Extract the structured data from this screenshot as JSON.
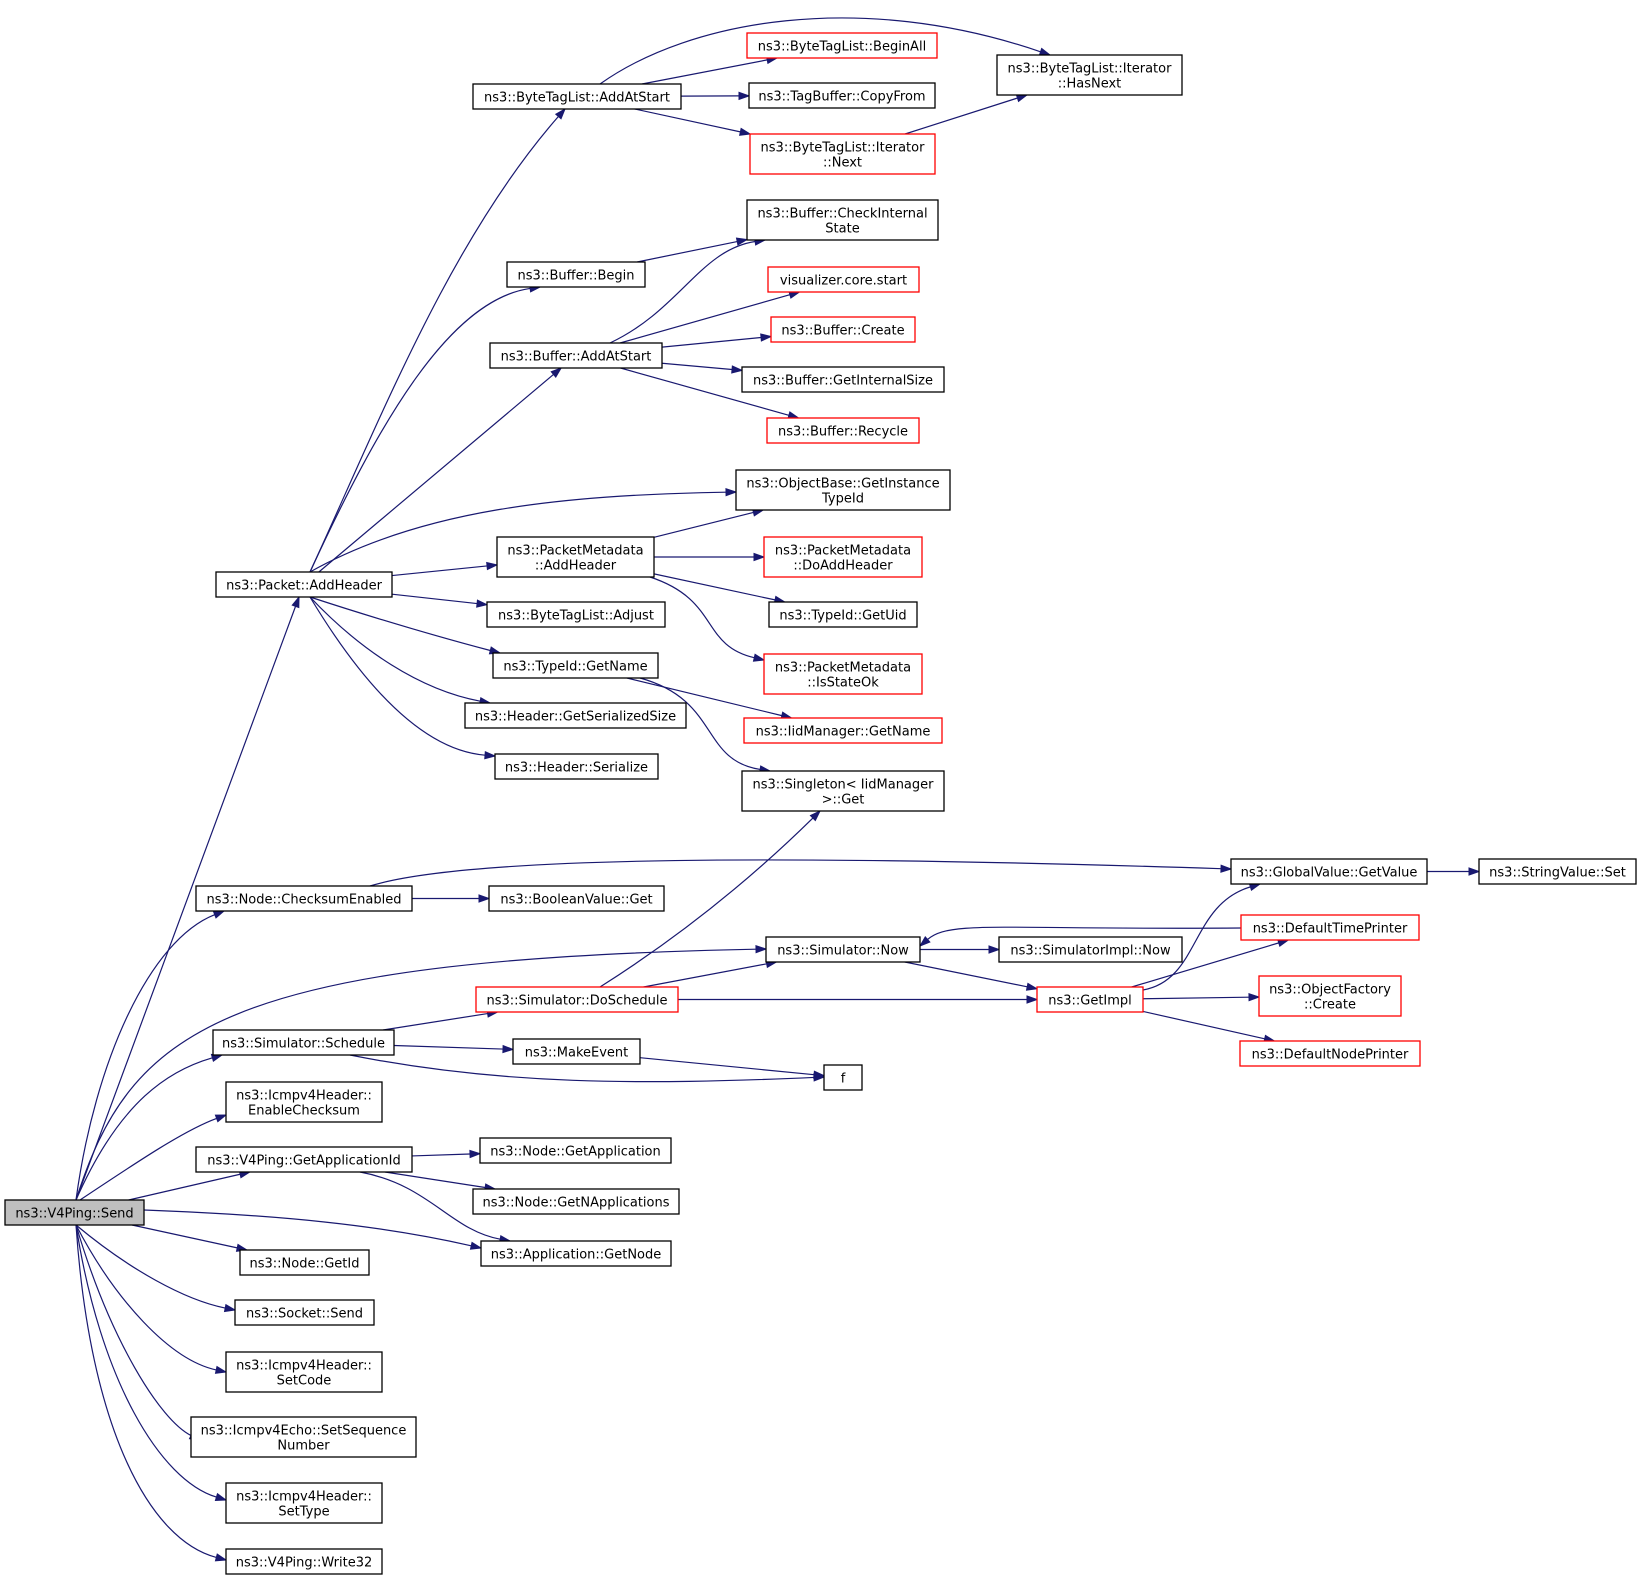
{
  "colors": {
    "edge": "#191970",
    "node_border": "#000000",
    "node_border_truncated": "#ff0000",
    "root_fill": "#bfbfbf",
    "node_fill": "#ffffff"
  },
  "nodes": {
    "send": {
      "lines": [
        "ns3::V4Ping::Send"
      ],
      "style": "root"
    },
    "pkt_addheader": {
      "lines": [
        "ns3::Packet::AddHeader"
      ],
      "style": "normal"
    },
    "btl_addatstart": {
      "lines": [
        "ns3::ByteTagList::AddAtStart"
      ],
      "style": "normal"
    },
    "btl_beginall": {
      "lines": [
        "ns3::ByteTagList::BeginAll"
      ],
      "style": "truncated"
    },
    "tagbuffer_copyfrom": {
      "lines": [
        "ns3::TagBuffer::CopyFrom"
      ],
      "style": "normal"
    },
    "btl_it_next": {
      "lines": [
        "ns3::ByteTagList::Iterator",
        "::Next"
      ],
      "style": "truncated"
    },
    "btl_it_hasnext": {
      "lines": [
        "ns3::ByteTagList::Iterator",
        "::HasNext"
      ],
      "style": "normal"
    },
    "buf_begin": {
      "lines": [
        "ns3::Buffer::Begin"
      ],
      "style": "normal"
    },
    "buf_checkinternal": {
      "lines": [
        "ns3::Buffer::CheckInternal",
        "State"
      ],
      "style": "normal"
    },
    "buf_addatstart": {
      "lines": [
        "ns3::Buffer::AddAtStart"
      ],
      "style": "normal"
    },
    "vis_core_start": {
      "lines": [
        "visualizer.core.start"
      ],
      "style": "truncated"
    },
    "buf_create": {
      "lines": [
        "ns3::Buffer::Create"
      ],
      "style": "truncated"
    },
    "buf_getinternalsize": {
      "lines": [
        "ns3::Buffer::GetInternalSize"
      ],
      "style": "normal"
    },
    "buf_recycle": {
      "lines": [
        "ns3::Buffer::Recycle"
      ],
      "style": "truncated"
    },
    "ob_getinstancetypeid": {
      "lines": [
        "ns3::ObjectBase::GetInstance",
        "TypeId"
      ],
      "style": "normal"
    },
    "pm_addheader": {
      "lines": [
        "ns3::PacketMetadata",
        "::AddHeader"
      ],
      "style": "normal"
    },
    "pm_doaddheader": {
      "lines": [
        "ns3::PacketMetadata",
        "::DoAddHeader"
      ],
      "style": "truncated"
    },
    "typeid_getuid": {
      "lines": [
        "ns3::TypeId::GetUid"
      ],
      "style": "normal"
    },
    "pm_isstateok": {
      "lines": [
        "ns3::PacketMetadata",
        "::IsStateOk"
      ],
      "style": "truncated"
    },
    "btl_adjust": {
      "lines": [
        "ns3::ByteTagList::Adjust"
      ],
      "style": "normal"
    },
    "typeid_getname": {
      "lines": [
        "ns3::TypeId::GetName"
      ],
      "style": "normal"
    },
    "iidmanager_getname": {
      "lines": [
        "ns3::IidManager::GetName"
      ],
      "style": "truncated"
    },
    "header_getserializedsize": {
      "lines": [
        "ns3::Header::GetSerializedSize"
      ],
      "style": "normal"
    },
    "header_serialize": {
      "lines": [
        "ns3::Header::Serialize"
      ],
      "style": "normal"
    },
    "singleton_get": {
      "lines": [
        "ns3::Singleton< IidManager",
        ">::Get"
      ],
      "style": "normal"
    },
    "node_checksumenabled": {
      "lines": [
        "ns3::Node::ChecksumEnabled"
      ],
      "style": "normal"
    },
    "gv_getvalue": {
      "lines": [
        "ns3::GlobalValue::GetValue"
      ],
      "style": "normal"
    },
    "sv_set": {
      "lines": [
        "ns3::StringValue::Set"
      ],
      "style": "normal"
    },
    "bv_get": {
      "lines": [
        "ns3::BooleanValue::Get"
      ],
      "style": "normal"
    },
    "defaulttimeprinter": {
      "lines": [
        "ns3::DefaultTimePrinter"
      ],
      "style": "truncated"
    },
    "sim_now": {
      "lines": [
        "ns3::Simulator::Now"
      ],
      "style": "normal"
    },
    "simimpl_now": {
      "lines": [
        "ns3::SimulatorImpl::Now"
      ],
      "style": "normal"
    },
    "sim_doschedule": {
      "lines": [
        "ns3::Simulator::DoSchedule"
      ],
      "style": "truncated"
    },
    "getimpl": {
      "lines": [
        "ns3::GetImpl"
      ],
      "style": "truncated"
    },
    "of_create": {
      "lines": [
        "ns3::ObjectFactory",
        "::Create"
      ],
      "style": "truncated"
    },
    "sim_schedule": {
      "lines": [
        "ns3::Simulator::Schedule"
      ],
      "style": "normal"
    },
    "makeevent": {
      "lines": [
        "ns3::MakeEvent"
      ],
      "style": "normal"
    },
    "defaultnodeprinter": {
      "lines": [
        "ns3::DefaultNodePrinter"
      ],
      "style": "truncated"
    },
    "f": {
      "lines": [
        "f"
      ],
      "style": "normal"
    },
    "icmp_enablechecksum": {
      "lines": [
        "ns3::Icmpv4Header::",
        "EnableChecksum"
      ],
      "style": "normal"
    },
    "v4p_getappid": {
      "lines": [
        "ns3::V4Ping::GetApplicationId"
      ],
      "style": "normal"
    },
    "node_getapplication": {
      "lines": [
        "ns3::Node::GetApplication"
      ],
      "style": "normal"
    },
    "node_getnapplications": {
      "lines": [
        "ns3::Node::GetNApplications"
      ],
      "style": "normal"
    },
    "app_getnode": {
      "lines": [
        "ns3::Application::GetNode"
      ],
      "style": "normal"
    },
    "node_getid": {
      "lines": [
        "ns3::Node::GetId"
      ],
      "style": "normal"
    },
    "socket_send": {
      "lines": [
        "ns3::Socket::Send"
      ],
      "style": "normal"
    },
    "icmp_setcode": {
      "lines": [
        "ns3::Icmpv4Header::",
        "SetCode"
      ],
      "style": "normal"
    },
    "echo_setseq": {
      "lines": [
        "ns3::Icmpv4Echo::SetSequence",
        "Number"
      ],
      "style": "normal"
    },
    "icmp_settype": {
      "lines": [
        "ns3::Icmpv4Header::",
        "SetType"
      ],
      "style": "normal"
    },
    "v4p_write32": {
      "lines": [
        "ns3::V4Ping::Write32"
      ],
      "style": "normal"
    }
  },
  "edges": [
    [
      "send",
      "pkt_addheader"
    ],
    [
      "send",
      "node_checksumenabled"
    ],
    [
      "send",
      "sim_now"
    ],
    [
      "send",
      "sim_schedule"
    ],
    [
      "send",
      "icmp_enablechecksum"
    ],
    [
      "send",
      "v4p_getappid"
    ],
    [
      "send",
      "app_getnode"
    ],
    [
      "send",
      "node_getid"
    ],
    [
      "send",
      "socket_send"
    ],
    [
      "send",
      "icmp_setcode"
    ],
    [
      "send",
      "echo_setseq"
    ],
    [
      "send",
      "icmp_settype"
    ],
    [
      "send",
      "v4p_write32"
    ],
    [
      "pkt_addheader",
      "btl_addatstart"
    ],
    [
      "pkt_addheader",
      "buf_begin"
    ],
    [
      "pkt_addheader",
      "buf_addatstart"
    ],
    [
      "pkt_addheader",
      "ob_getinstancetypeid"
    ],
    [
      "pkt_addheader",
      "pm_addheader"
    ],
    [
      "pkt_addheader",
      "btl_adjust"
    ],
    [
      "pkt_addheader",
      "typeid_getname"
    ],
    [
      "pkt_addheader",
      "header_getserializedsize"
    ],
    [
      "pkt_addheader",
      "header_serialize"
    ],
    [
      "btl_addatstart",
      "btl_beginall"
    ],
    [
      "btl_addatstart",
      "tagbuffer_copyfrom"
    ],
    [
      "btl_addatstart",
      "btl_it_next"
    ],
    [
      "btl_addatstart",
      "btl_it_hasnext"
    ],
    [
      "btl_it_next",
      "btl_it_hasnext"
    ],
    [
      "buf_begin",
      "buf_checkinternal"
    ],
    [
      "buf_addatstart",
      "buf_checkinternal"
    ],
    [
      "buf_addatstart",
      "vis_core_start"
    ],
    [
      "buf_addatstart",
      "buf_create"
    ],
    [
      "buf_addatstart",
      "buf_getinternalsize"
    ],
    [
      "buf_addatstart",
      "buf_recycle"
    ],
    [
      "pm_addheader",
      "ob_getinstancetypeid"
    ],
    [
      "pm_addheader",
      "pm_doaddheader"
    ],
    [
      "pm_addheader",
      "typeid_getuid"
    ],
    [
      "pm_addheader",
      "pm_isstateok"
    ],
    [
      "typeid_getname",
      "iidmanager_getname"
    ],
    [
      "typeid_getname",
      "singleton_get"
    ],
    [
      "node_checksumenabled",
      "gv_getvalue"
    ],
    [
      "node_checksumenabled",
      "bv_get"
    ],
    [
      "gv_getvalue",
      "sv_set"
    ],
    [
      "defaulttimeprinter",
      "sim_now"
    ],
    [
      "sim_now",
      "simimpl_now"
    ],
    [
      "sim_now",
      "getimpl"
    ],
    [
      "sim_doschedule",
      "singleton_get"
    ],
    [
      "sim_doschedule",
      "sim_now"
    ],
    [
      "sim_doschedule",
      "getimpl"
    ],
    [
      "getimpl",
      "gv_getvalue"
    ],
    [
      "getimpl",
      "defaulttimeprinter"
    ],
    [
      "getimpl",
      "of_create"
    ],
    [
      "getimpl",
      "defaultnodeprinter"
    ],
    [
      "sim_schedule",
      "sim_doschedule"
    ],
    [
      "sim_schedule",
      "makeevent"
    ],
    [
      "sim_schedule",
      "f"
    ],
    [
      "makeevent",
      "f"
    ],
    [
      "v4p_getappid",
      "node_getapplication"
    ],
    [
      "v4p_getappid",
      "node_getnapplications"
    ],
    [
      "v4p_getappid",
      "app_getnode"
    ]
  ]
}
